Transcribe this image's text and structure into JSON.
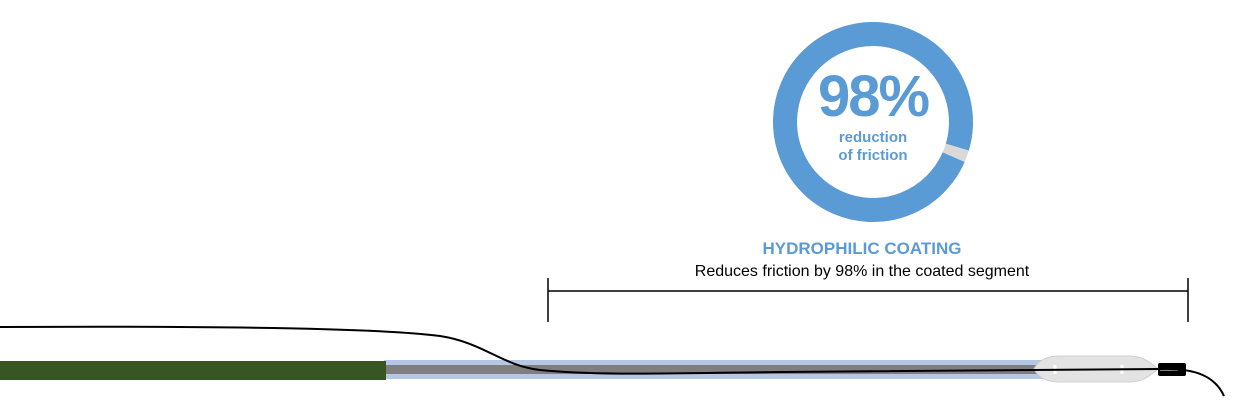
{
  "gauge": {
    "value_text": "98%",
    "caption_line1": "reduction",
    "caption_line2": "of friction",
    "fraction": 0.98
  },
  "coating": {
    "title": "HYDROPHILIC COATING",
    "description": "Reduces friction by 98% in the coated segment"
  },
  "colors": {
    "accent_blue": "#5b9bd5",
    "ring_remainder": "#d9d9d9",
    "shaft_green": "#375623",
    "coating_light_blue": "#b4c7e7",
    "core_gray": "#7f7f7f",
    "wire_black": "#000000",
    "tip_gray": "#e3e3e3"
  }
}
